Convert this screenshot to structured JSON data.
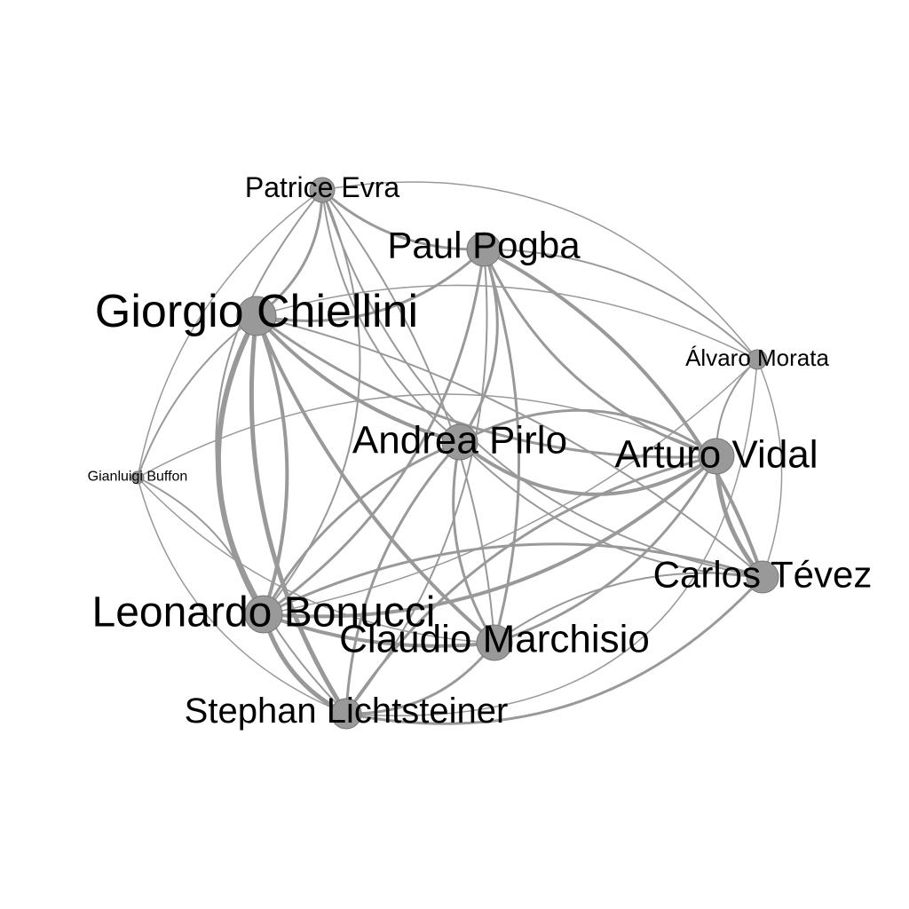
{
  "nodes": [
    {
      "id": "chiellini",
      "label": "Giorgio Chiellini"
    },
    {
      "id": "bonucci",
      "label": "Leonardo Bonucci"
    },
    {
      "id": "pirlo",
      "label": "Andrea Pirlo"
    },
    {
      "id": "vidal",
      "label": "Arturo Vidal"
    },
    {
      "id": "marchisio",
      "label": "Claudio Marchisio"
    },
    {
      "id": "pogba",
      "label": "Paul Pogba"
    },
    {
      "id": "tevez",
      "label": "Carlos Tévez"
    },
    {
      "id": "lichtsteiner",
      "label": "Stephan Lichtsteiner"
    },
    {
      "id": "evra",
      "label": "Patrice Evra"
    },
    {
      "id": "morata",
      "label": "Álvaro Morata"
    },
    {
      "id": "buffon",
      "label": "Gianluigi Buffon"
    }
  ],
  "colors": {
    "node": "#999999",
    "node_stroke": "#777777",
    "edge": "#999999",
    "label": "#000000",
    "background": "#ffffff"
  }
}
